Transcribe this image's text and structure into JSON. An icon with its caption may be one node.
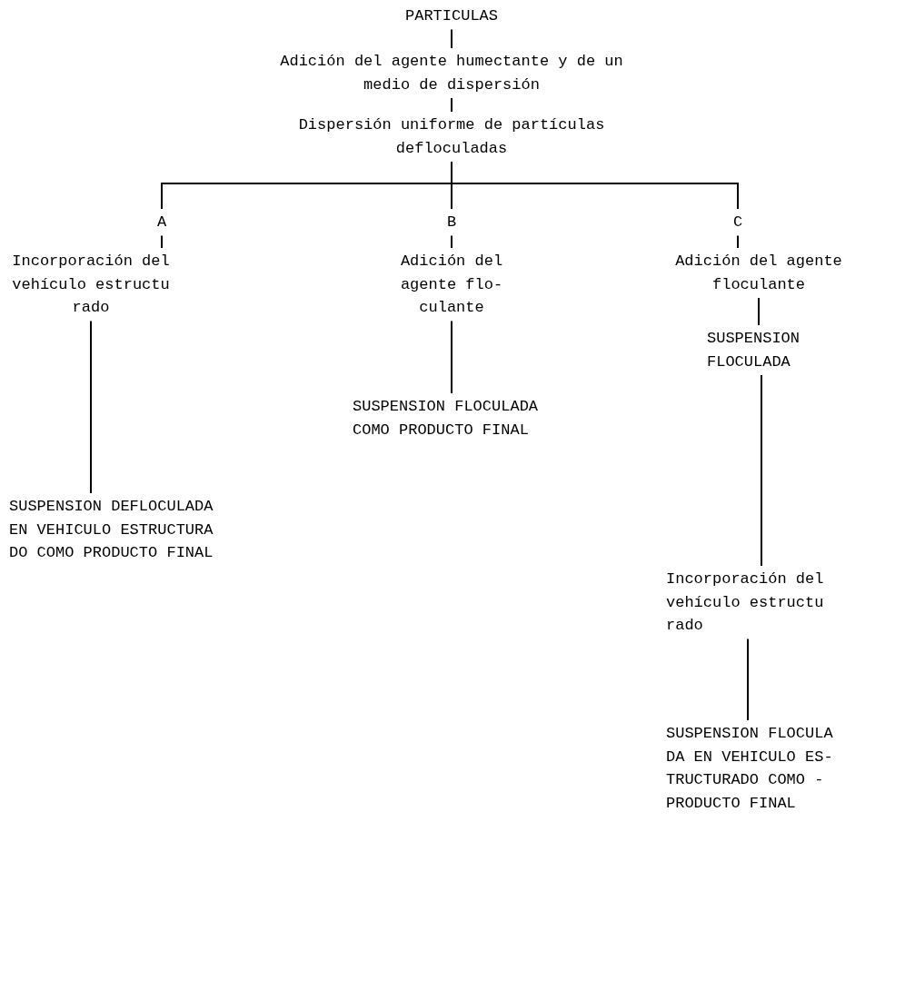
{
  "diagram": {
    "nodes": [
      {
        "text": [
          "PARTICULAS"
        ]
      },
      {
        "text": [
          "Adición del agente humectante y de un medio de dispersión"
        ]
      },
      {
        "text": [
          "Dispersión uniforme de partículas defloculadas"
        ]
      },
      {
        "text": [
          "A"
        ]
      },
      {
        "text": [
          "B"
        ]
      },
      {
        "text": [
          "C"
        ]
      },
      {
        "text": [
          "Incorporación del vehículo estructu rado"
        ]
      },
      {
        "text": [
          "Adición del agente flo- culante"
        ]
      },
      {
        "text": [
          "Adición del agente floculante"
        ]
      },
      {
        "text": [
          "SUSPENSION DEFLOCULADA EN VEHICULO ESTRUCTURA DO COMO PRODUCTO FINAL"
        ]
      },
      {
        "text": [
          "SUSPENSION FLOCULADA COMO PRODUCTO FINAL"
        ]
      },
      {
        "text": [
          "SUSPENSION FLOCULADA"
        ]
      },
      {
        "text": [
          "Incorporación del vehículo estructu rado"
        ]
      },
      {
        "text": [
          "SUSPENSION FLOCULA DA EN VEHICULO ES- TRUCTURADO COMO - PRODUCTO FINAL"
        ]
      }
    ],
    "edges": [
      {
        "from": 0,
        "to": 1,
        "arrow": "none"
      },
      {
        "from": 1,
        "to": 2,
        "arrow": "none"
      },
      {
        "from": 2,
        "to": 3,
        "arrow": "none"
      },
      {
        "from": 2,
        "to": 4,
        "arrow": "none"
      },
      {
        "from": 2,
        "to": 5,
        "arrow": "none"
      },
      {
        "from": 3,
        "to": 6,
        "arrow": "none"
      },
      {
        "from": 4,
        "to": 7,
        "arrow": "none"
      },
      {
        "from": 5,
        "to": 8,
        "arrow": "none"
      },
      {
        "from": 6,
        "to": 9,
        "arrow": "none"
      },
      {
        "from": 7,
        "to": 10,
        "arrow": "none"
      },
      {
        "from": 8,
        "to": 11,
        "arrow": "none"
      },
      {
        "from": 11,
        "to": 12,
        "arrow": "none"
      },
      {
        "from": 12,
        "to": 13,
        "arrow": "none"
      }
    ]
  }
}
